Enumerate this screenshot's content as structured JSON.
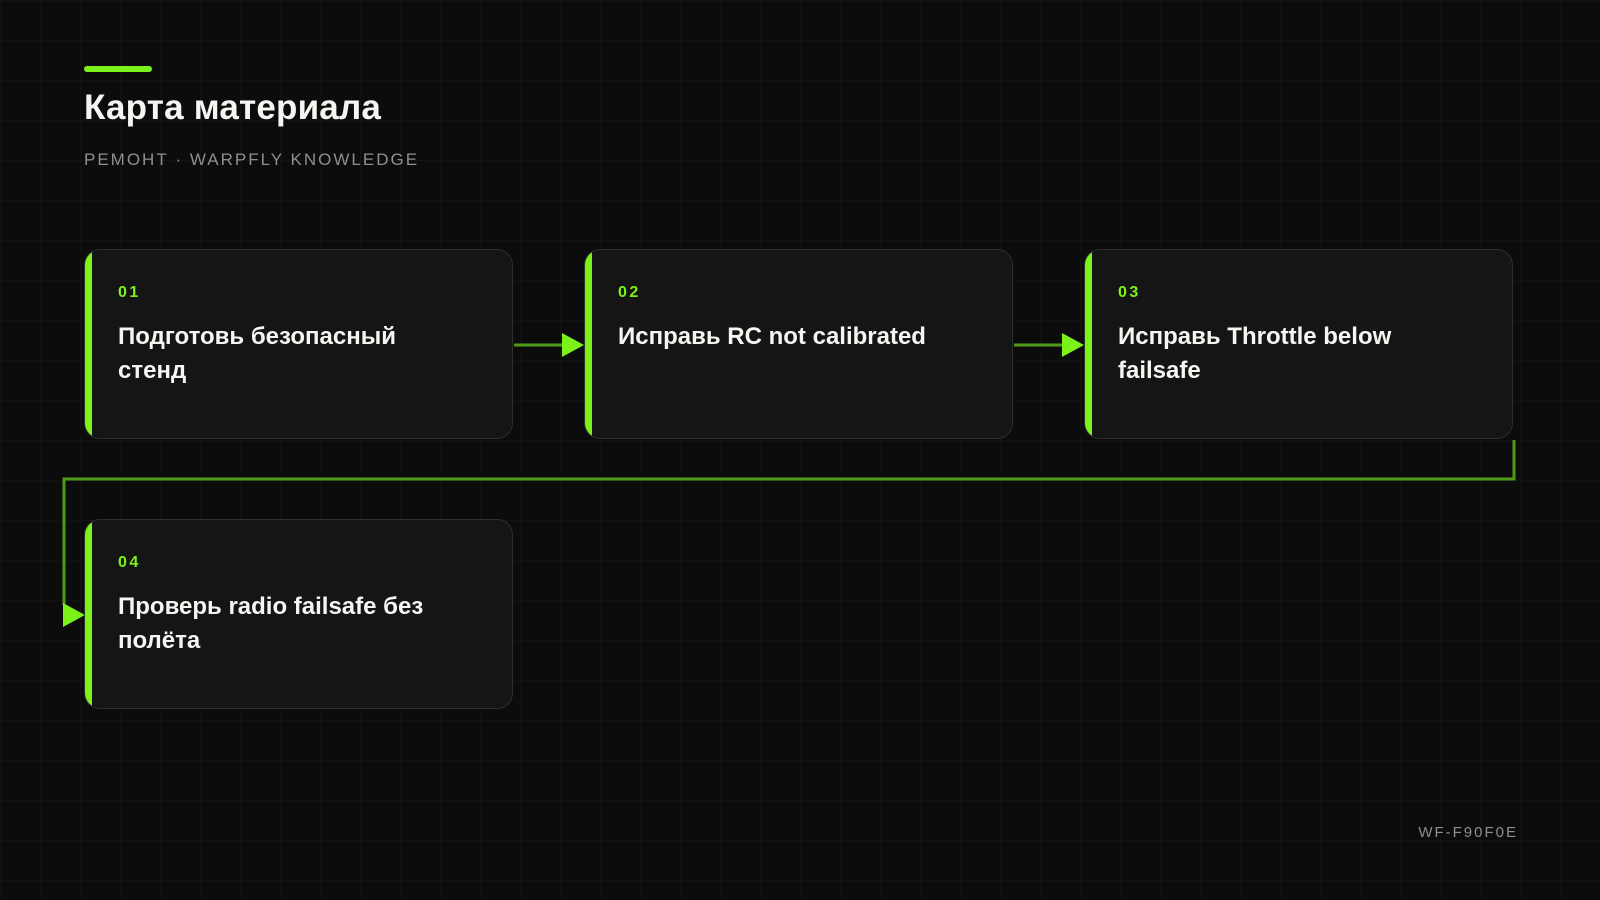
{
  "header": {
    "title": "Карта материала",
    "subtitle": "РЕМОНТ · WARPFLY KNOWLEDGE"
  },
  "steps": [
    {
      "number": "01",
      "label": "Подготовь безопасный стенд"
    },
    {
      "number": "02",
      "label": "Исправь RC not calibrated"
    },
    {
      "number": "03",
      "label": "Исправь Throttle below failsafe"
    },
    {
      "number": "04",
      "label": "Проверь radio failsafe без полёта"
    }
  ],
  "footer": {
    "code": "WF-F90F0E"
  },
  "colors": {
    "accent": "#7cf21a",
    "background": "#0b0c0b",
    "card": "#141514",
    "card_border": "#2c2f2b",
    "connector": "#4f9a16",
    "text": "#f4f6f2",
    "muted": "#8d918a"
  }
}
